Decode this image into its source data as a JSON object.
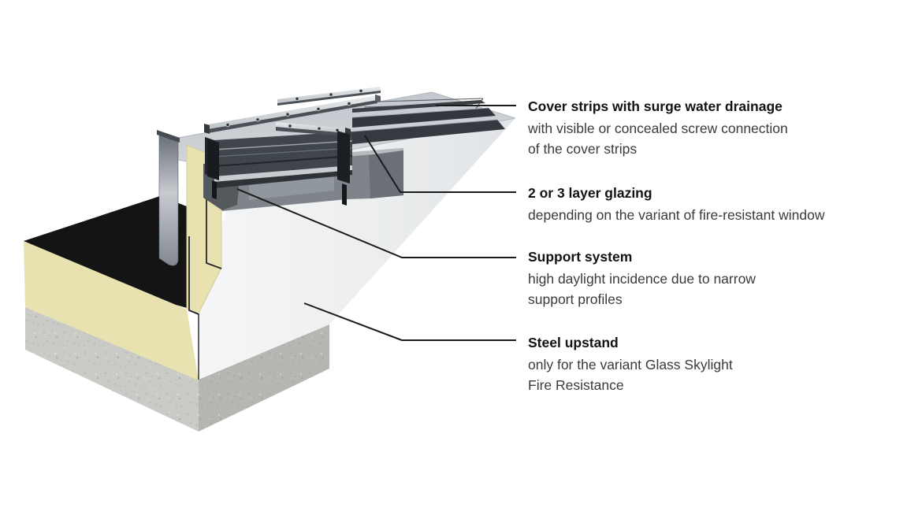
{
  "diagram": {
    "type": "construction-cross-section",
    "subject": "skylight on steel upstand cutaway"
  },
  "callouts": [
    {
      "heading": "Cover strips with surge water drainage",
      "lines": [
        "with visible or concealed screw connection",
        "of the cover strips"
      ]
    },
    {
      "heading": "2 or 3 layer glazing",
      "lines": [
        "depending on the variant of fire-resistant window"
      ]
    },
    {
      "heading": "Support system",
      "lines": [
        "high daylight incidence due to narrow",
        "support profiles"
      ]
    },
    {
      "heading": "Steel upstand",
      "lines": [
        "only for the variant Glass Skylight",
        "Fire Resistance"
      ]
    }
  ],
  "colors": {
    "background": "#ffffff",
    "insulation": "#e8e2b0",
    "membrane": "#141414",
    "concrete": "#cacac7",
    "upstand_face": "#eef0f1",
    "upstand_top": "#c6ccd2",
    "frame_gray": "#7e848a",
    "glazing_dark": "#3f454b",
    "metal_strip": "#d9dcde",
    "leader": "#1a1a1a",
    "heading_text": "#131313",
    "body_text": "#3a3a3a"
  }
}
